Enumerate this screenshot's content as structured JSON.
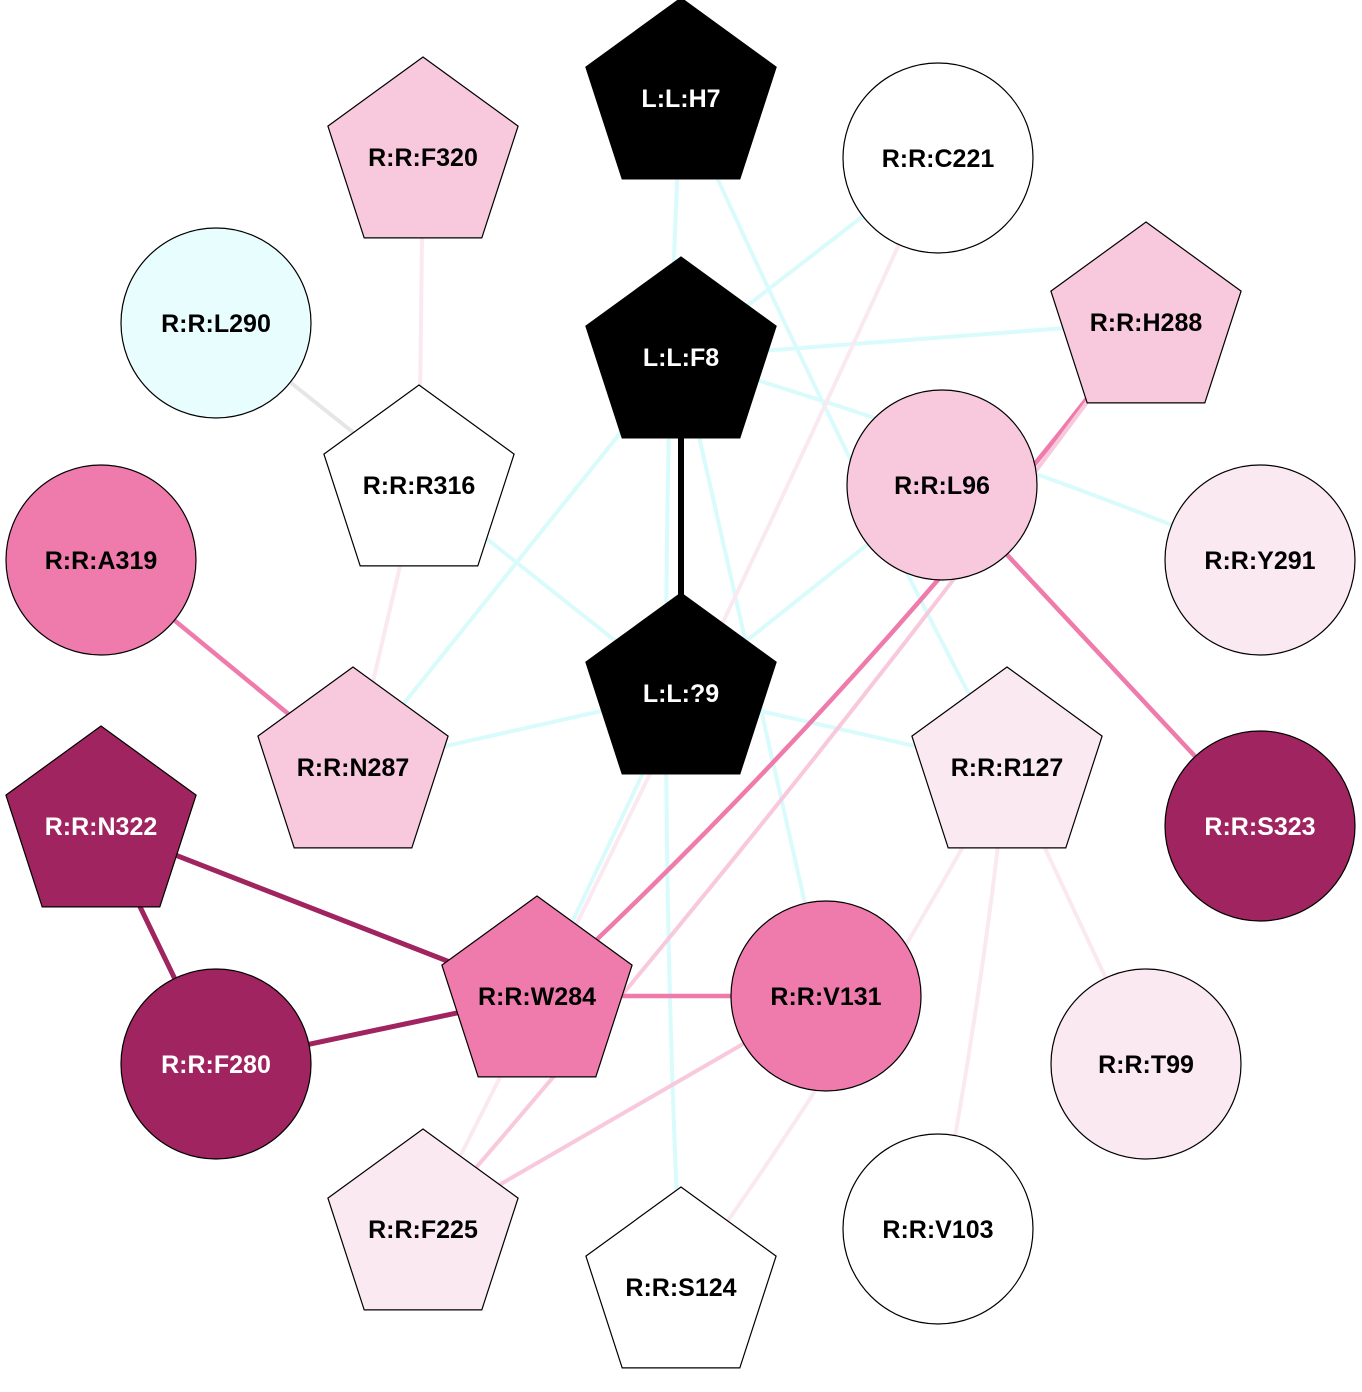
{
  "colors": {
    "black": "#000000",
    "white": "#ffffff",
    "cyan_pale": "#e8fefe",
    "pink_pale": "#fbe9f2",
    "pink_light": "#f8c8dc",
    "pink_mid": "#ef7bac",
    "magenta_dark": "#a0245f",
    "edge_cyan": "#d9fbfc",
    "edge_grey": "#e6e6e6"
  },
  "nodes": [
    {
      "id": "L:L:H7",
      "label": "L:L:H7",
      "shape": "pentagon",
      "fill": "black",
      "text": "white"
    },
    {
      "id": "L:L:F8",
      "label": "L:L:F8",
      "shape": "pentagon",
      "fill": "black",
      "text": "white"
    },
    {
      "id": "L:L:?9",
      "label": "L:L:?9",
      "shape": "pentagon",
      "fill": "black",
      "text": "white"
    },
    {
      "id": "R:R:F320",
      "label": "R:R:F320",
      "shape": "pentagon",
      "fill": "pink_light",
      "text": "black"
    },
    {
      "id": "R:R:C221",
      "label": "R:R:C221",
      "shape": "circle",
      "fill": "white",
      "text": "black"
    },
    {
      "id": "R:R:L290",
      "label": "R:R:L290",
      "shape": "circle",
      "fill": "cyan_pale",
      "text": "black"
    },
    {
      "id": "R:R:H288",
      "label": "R:R:H288",
      "shape": "pentagon",
      "fill": "pink_light",
      "text": "black"
    },
    {
      "id": "R:R:R316",
      "label": "R:R:R316",
      "shape": "pentagon",
      "fill": "white",
      "text": "black"
    },
    {
      "id": "R:R:L96",
      "label": "R:R:L96",
      "shape": "circle",
      "fill": "pink_light",
      "text": "black"
    },
    {
      "id": "R:R:A319",
      "label": "R:R:A319",
      "shape": "circle",
      "fill": "pink_mid",
      "text": "black"
    },
    {
      "id": "R:R:Y291",
      "label": "R:R:Y291",
      "shape": "circle",
      "fill": "pink_pale",
      "text": "black"
    },
    {
      "id": "R:R:N287",
      "label": "R:R:N287",
      "shape": "pentagon",
      "fill": "pink_light",
      "text": "black"
    },
    {
      "id": "R:R:R127",
      "label": "R:R:R127",
      "shape": "pentagon",
      "fill": "pink_pale",
      "text": "black"
    },
    {
      "id": "R:R:N322",
      "label": "R:R:N322",
      "shape": "pentagon",
      "fill": "magenta_dark",
      "text": "white"
    },
    {
      "id": "R:R:S323",
      "label": "R:R:S323",
      "shape": "circle",
      "fill": "magenta_dark",
      "text": "white"
    },
    {
      "id": "R:R:W284",
      "label": "R:R:W284",
      "shape": "pentagon",
      "fill": "pink_mid",
      "text": "black"
    },
    {
      "id": "R:R:V131",
      "label": "R:R:V131",
      "shape": "circle",
      "fill": "pink_mid",
      "text": "black"
    },
    {
      "id": "R:R:F280",
      "label": "R:R:F280",
      "shape": "circle",
      "fill": "magenta_dark",
      "text": "white"
    },
    {
      "id": "R:R:T99",
      "label": "R:R:T99",
      "shape": "circle",
      "fill": "pink_pale",
      "text": "black"
    },
    {
      "id": "R:R:F225",
      "label": "R:R:F225",
      "shape": "pentagon",
      "fill": "pink_pale",
      "text": "black"
    },
    {
      "id": "R:R:S124",
      "label": "R:R:S124",
      "shape": "pentagon",
      "fill": "white",
      "text": "black"
    },
    {
      "id": "R:R:V103",
      "label": "R:R:V103",
      "shape": "circle",
      "fill": "white",
      "text": "black"
    }
  ],
  "edges": [
    {
      "source": "L:L:F8",
      "target": "L:L:?9",
      "color": "black"
    },
    {
      "source": "L:L:H7",
      "target": "R:R:R127",
      "color": "edge_cyan"
    },
    {
      "source": "L:L:H7",
      "target": "R:R:S124",
      "color": "edge_cyan"
    },
    {
      "source": "L:L:F8",
      "target": "R:R:C221",
      "color": "edge_cyan"
    },
    {
      "source": "L:L:F8",
      "target": "R:R:H288",
      "color": "edge_cyan"
    },
    {
      "source": "L:L:F8",
      "target": "R:R:Y291",
      "color": "edge_cyan"
    },
    {
      "source": "L:L:F8",
      "target": "R:R:N287",
      "color": "edge_cyan"
    },
    {
      "source": "L:L:F8",
      "target": "R:R:V131",
      "color": "edge_cyan"
    },
    {
      "source": "L:L:?9",
      "target": "R:R:R316",
      "color": "edge_cyan"
    },
    {
      "source": "L:L:?9",
      "target": "R:R:N287",
      "color": "edge_cyan"
    },
    {
      "source": "L:L:?9",
      "target": "R:R:R127",
      "color": "edge_cyan"
    },
    {
      "source": "L:L:?9",
      "target": "R:R:L96",
      "color": "edge_cyan"
    },
    {
      "source": "L:L:?9",
      "target": "R:R:W284",
      "color": "edge_cyan"
    },
    {
      "source": "R:R:L290",
      "target": "R:R:R316",
      "color": "edge_grey"
    },
    {
      "source": "R:R:F320",
      "target": "R:R:R316",
      "color": "pink_pale"
    },
    {
      "source": "R:R:R316",
      "target": "R:R:N287",
      "color": "pink_pale"
    },
    {
      "source": "R:R:A319",
      "target": "R:R:N287",
      "color": "pink_mid"
    },
    {
      "source": "R:R:L96",
      "target": "R:R:S323",
      "color": "pink_mid"
    },
    {
      "source": "R:R:H288",
      "target": "R:R:W284",
      "color": "pink_mid"
    },
    {
      "source": "R:R:H288",
      "target": "R:R:F225",
      "color": "pink_light"
    },
    {
      "source": "R:R:C221",
      "target": "R:R:F225",
      "color": "pink_pale"
    },
    {
      "source": "R:R:N322",
      "target": "R:R:W284",
      "color": "magenta_dark"
    },
    {
      "source": "R:R:N322",
      "target": "R:R:F280",
      "color": "magenta_dark"
    },
    {
      "source": "R:R:F280",
      "target": "R:R:W284",
      "color": "magenta_dark"
    },
    {
      "source": "R:R:W284",
      "target": "R:R:V131",
      "color": "pink_mid"
    },
    {
      "source": "R:R:V131",
      "target": "R:R:F225",
      "color": "pink_light"
    },
    {
      "source": "R:R:R127",
      "target": "R:R:T99",
      "color": "pink_pale"
    },
    {
      "source": "R:R:R127",
      "target": "R:R:V103",
      "color": "pink_pale"
    },
    {
      "source": "R:R:R127",
      "target": "R:R:S124",
      "color": "pink_pale"
    }
  ]
}
